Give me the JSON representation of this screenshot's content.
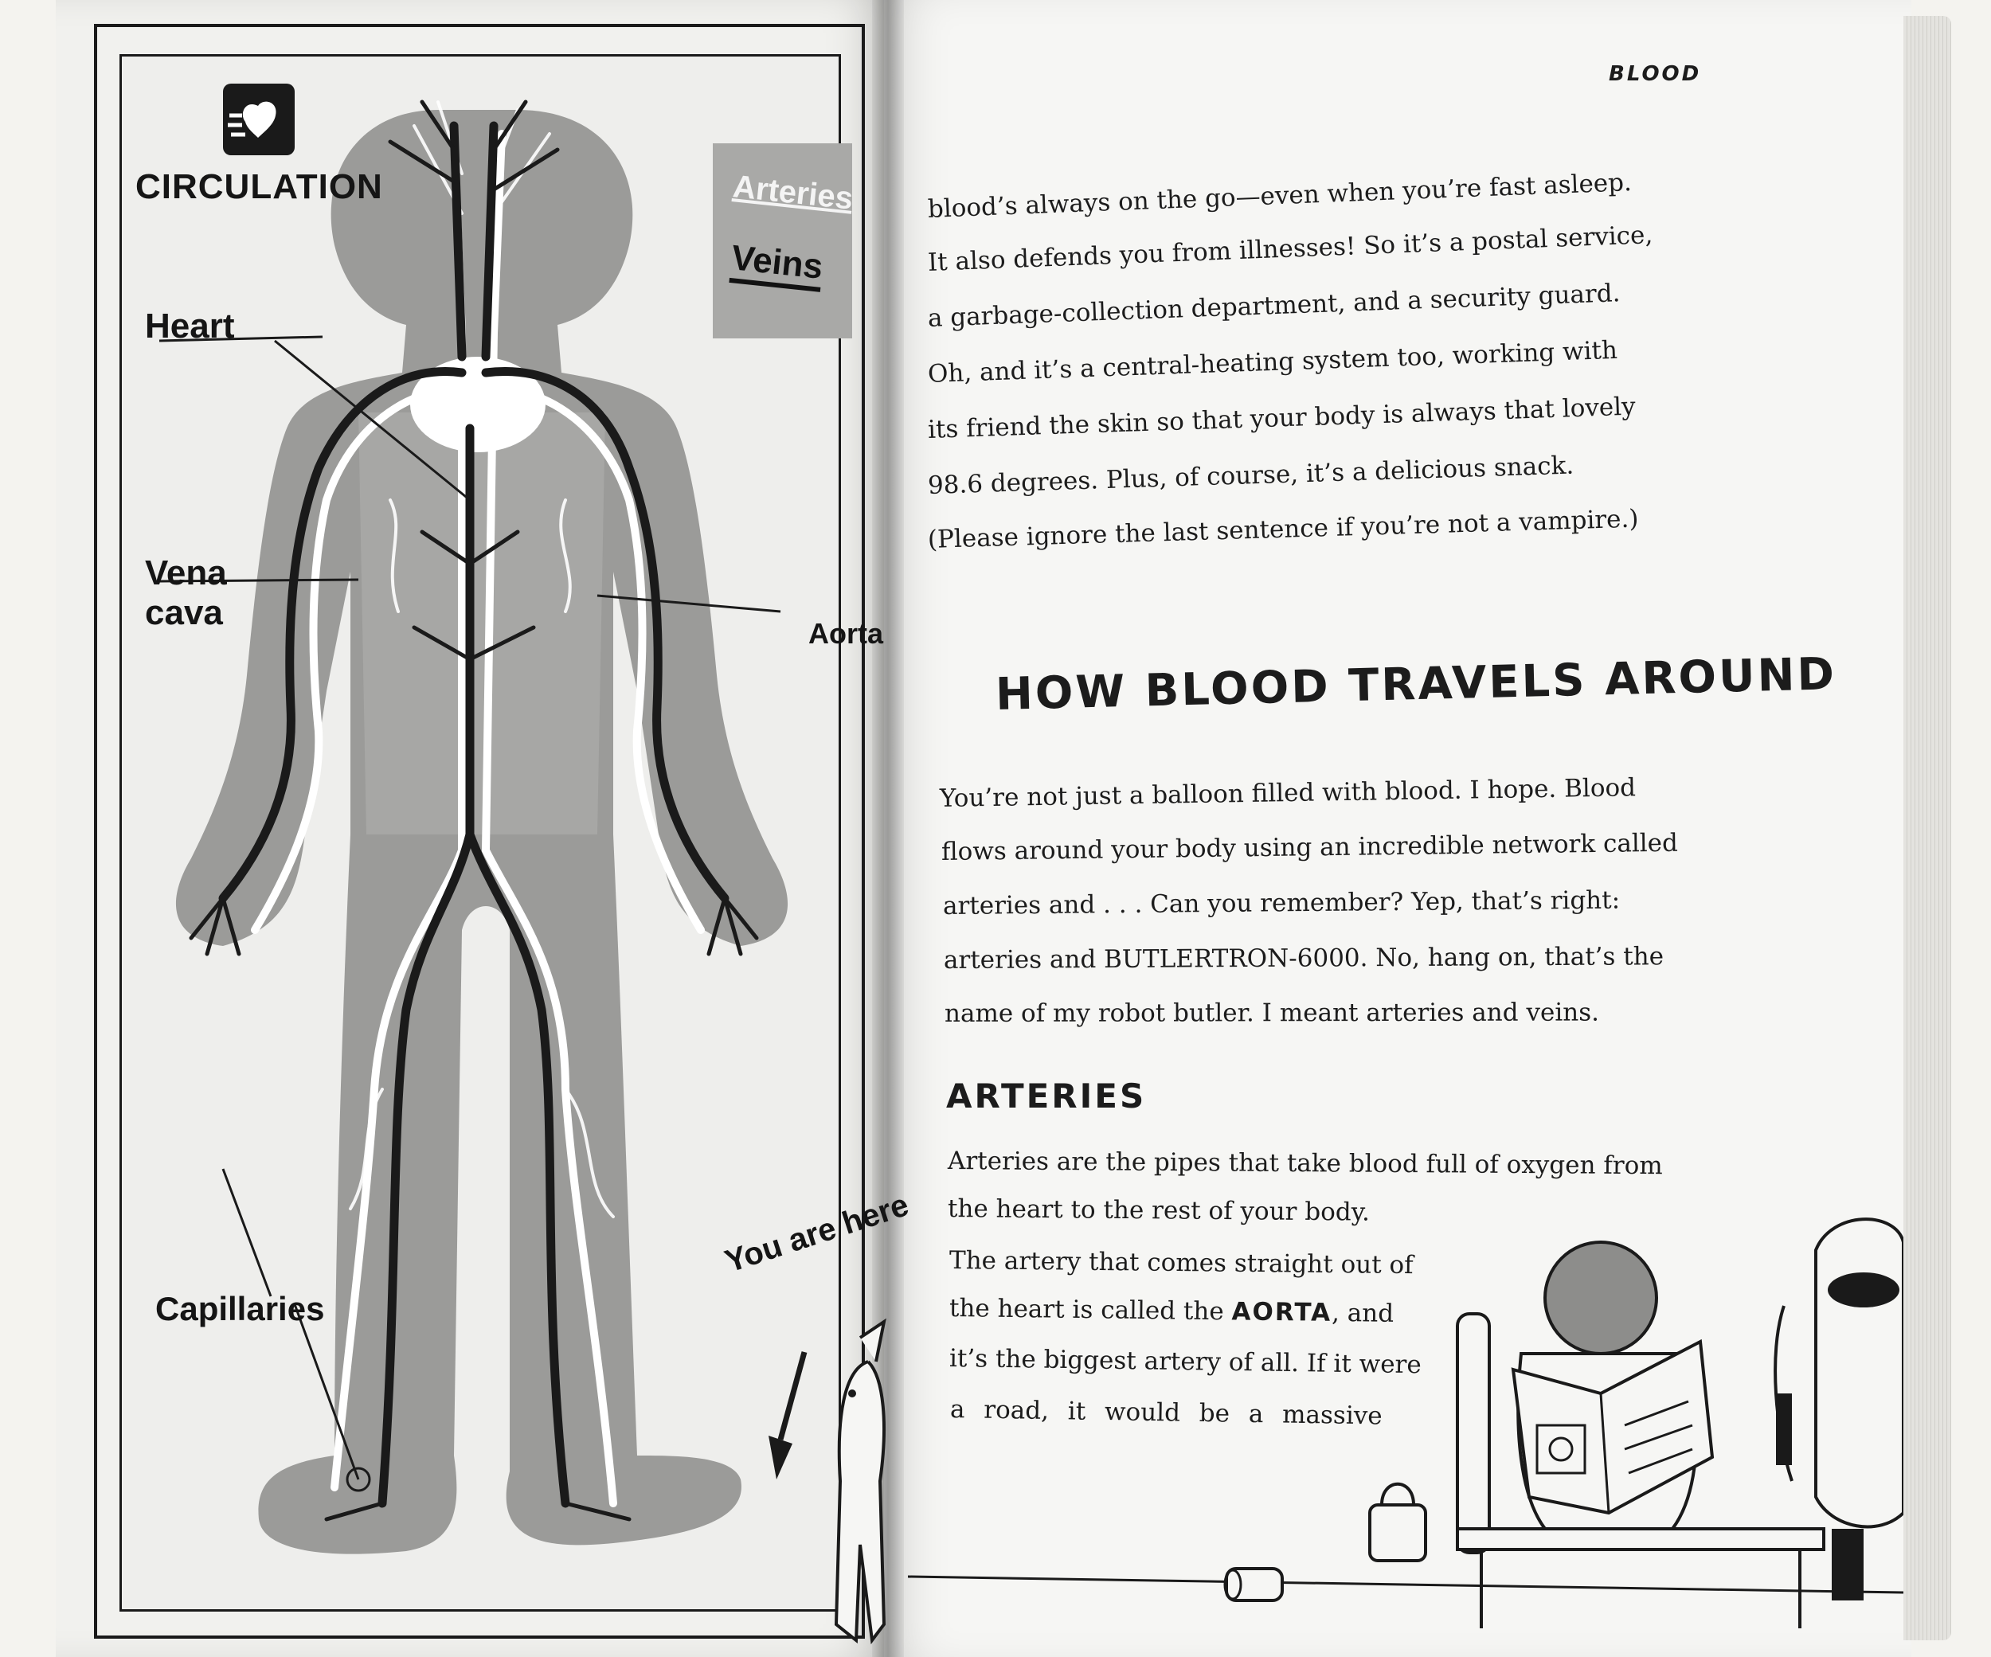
{
  "left_page": {
    "section_title": "CIRCULATION",
    "legend": {
      "arteries": "Arteries",
      "veins": "Veins"
    },
    "labels": {
      "heart": "Heart",
      "vena_cava_line1": "Vena",
      "vena_cava_line2": "cava",
      "aorta": "Aorta",
      "capillaries": "Capillaries",
      "you_are_here": "You are here"
    }
  },
  "right_page": {
    "running_head": "BLOOD",
    "intro_lines": [
      "blood’s always on the go—even when you’re fast asleep.",
      "It also defends you from illnesses! So it’s a postal service,",
      "a garbage-collection department, and a security guard.",
      "Oh, and it’s a central-heating system too, working with",
      "its friend the skin so that your body is always that lovely",
      "98.6 degrees. Plus, of course, it’s a delicious snack.",
      "(Please ignore the last sentence if you’re not a vampire.)"
    ],
    "heading": "HOW BLOOD TRAVELS AROUND",
    "body_lines": [
      "You’re not just a balloon filled with blood. I hope. Blood",
      "flows around your body using an incredible network called",
      "arteries and . . . Can you remember? Yep, that’s right:",
      "arteries and BUTLERTRON-6000. No, hang on, that’s the",
      "name of my robot butler. I meant arteries and veins."
    ],
    "subheading": "ARTERIES",
    "arteries_lines": [
      "Arteries are the pipes that take blood full of oxygen from",
      "the heart to the rest of your body.",
      "The artery that comes straight out of"
    ],
    "aorta_line": {
      "before": "the heart is called the ",
      "bold": "AORTA",
      "after": ", and"
    },
    "arteries_lines_2": [
      "it’s the biggest artery of all. If it were",
      "a road, it would be a massive"
    ]
  },
  "colors": {
    "ink": "#1a1a1a",
    "page": "#f6f6f4",
    "body_gray": "#9b9b99",
    "legend_gray": "#a9a9a7"
  }
}
